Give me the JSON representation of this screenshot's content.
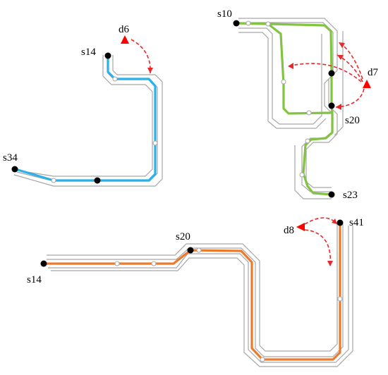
{
  "colors": {
    "route_blue": "#2ab1e8",
    "route_green": "#82c341",
    "route_orange": "#ec7a2c",
    "corridor": "#a6a6a6",
    "depot": "#ff0000",
    "arc": "#e8282b",
    "node": "#000000"
  },
  "diagrams": [
    {
      "id": "blue",
      "node_labels": [
        "s14",
        "s34"
      ],
      "depot_labels": [
        "d6"
      ]
    },
    {
      "id": "green",
      "node_labels": [
        "s10",
        "s20",
        "s23"
      ],
      "depot_labels": [
        "d7"
      ]
    },
    {
      "id": "orange",
      "node_labels": [
        "s20",
        "s14",
        "s41"
      ],
      "depot_labels": [
        "d8"
      ]
    }
  ]
}
